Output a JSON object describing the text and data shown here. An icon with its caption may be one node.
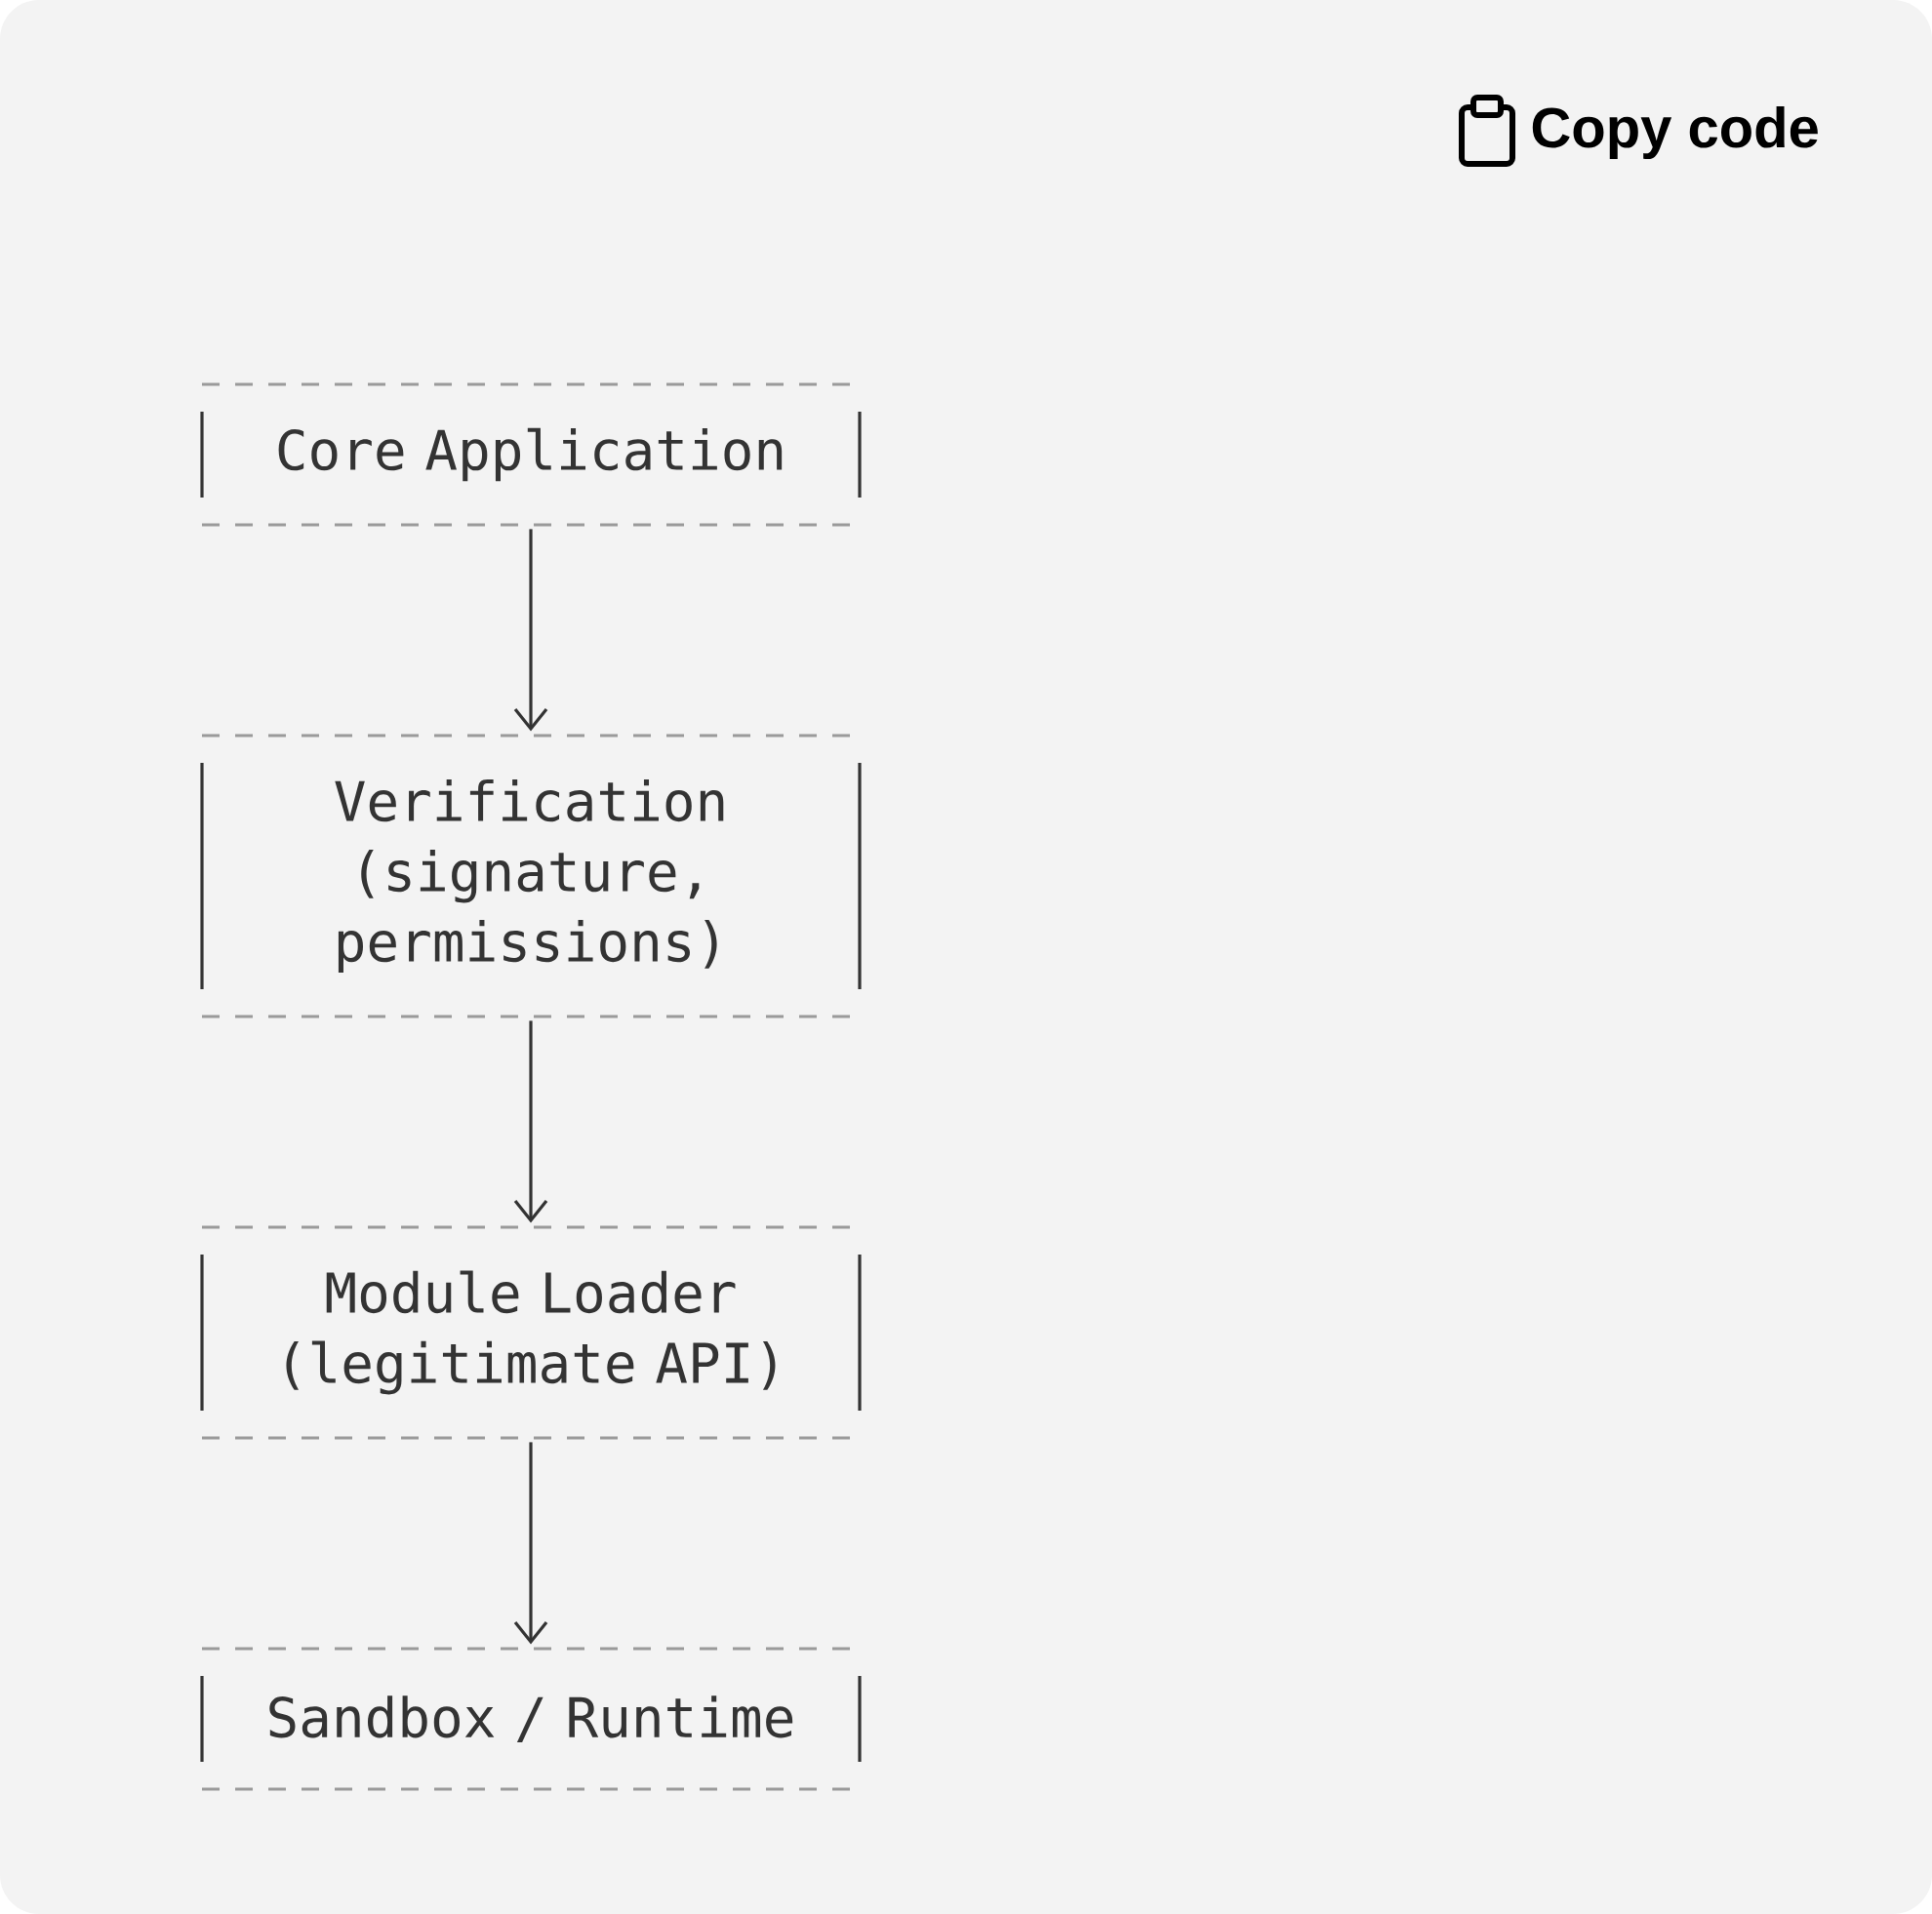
{
  "diagram": {
    "nodes": [
      {
        "text": [
          "Core Application"
        ]
      },
      {
        "text": [
          "Verification",
          "(signature, permissions)"
        ]
      },
      {
        "text": [
          "Module Loader",
          "(legitimate API)"
        ]
      },
      {
        "text": [
          "Sandbox / Runtime"
        ]
      }
    ],
    "edges": [
      {
        "from": 0,
        "to": 1,
        "arrow": "to"
      },
      {
        "from": 1,
        "to": 2,
        "arrow": "to"
      },
      {
        "from": 2,
        "to": 3,
        "arrow": "to"
      }
    ],
    "labels": [
      "Copy code"
    ]
  }
}
